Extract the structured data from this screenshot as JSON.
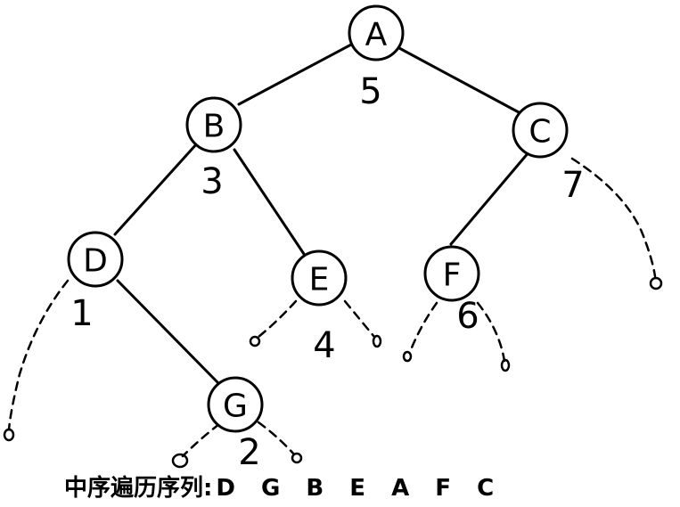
{
  "tree": {
    "nodes": [
      {
        "id": "A",
        "label": "A",
        "order": "5"
      },
      {
        "id": "B",
        "label": "B",
        "order": "3"
      },
      {
        "id": "C",
        "label": "C",
        "order": "7"
      },
      {
        "id": "D",
        "label": "D",
        "order": "1"
      },
      {
        "id": "E",
        "label": "E",
        "order": "4"
      },
      {
        "id": "F",
        "label": "F",
        "order": "6"
      },
      {
        "id": "G",
        "label": "G",
        "order": "2"
      }
    ],
    "edges": [
      [
        "A",
        "B"
      ],
      [
        "A",
        "C"
      ],
      [
        "B",
        "D"
      ],
      [
        "B",
        "E"
      ],
      [
        "C",
        "F"
      ],
      [
        "D",
        "G"
      ]
    ]
  },
  "caption": {
    "label": "中序遍历序列:",
    "sequence": "D G B E A F C"
  }
}
